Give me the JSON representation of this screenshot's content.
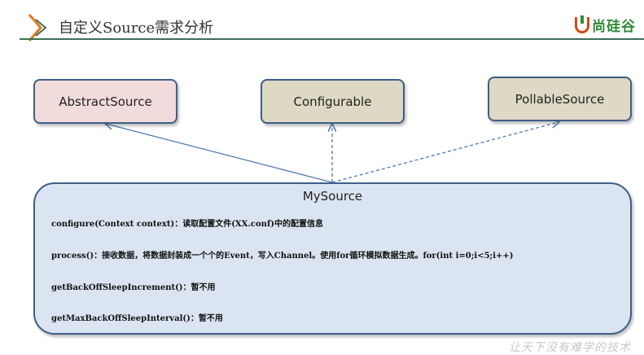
{
  "header": {
    "title": "自定义Source需求分析",
    "logo_text": "尚硅谷"
  },
  "boxes": {
    "abstract": "AbstractSource",
    "configurable": "Configurable",
    "pollable": "PollableSource"
  },
  "mysource": {
    "title": "MySource",
    "lines": [
      "configure(Context context)：读取配置文件(XX.conf)中的配置信息",
      "process()：接收数据，将数据封装成一个个的Event，写入Channel。使用for循环模拟数据生成。for(int i=0;i<5;i++)",
      "getBackOffSleepIncrement()：暂不用",
      "getMaxBackOffSleepInterval()：暂不用"
    ]
  },
  "footer": {
    "slogan": "让天下没有难学的技术"
  },
  "colors": {
    "accent": "#3c6e5a",
    "box_border": "#3e5f88",
    "pink": "#f2dcdb",
    "tan": "#ddd9c4",
    "blue": "#dbe5f1"
  }
}
